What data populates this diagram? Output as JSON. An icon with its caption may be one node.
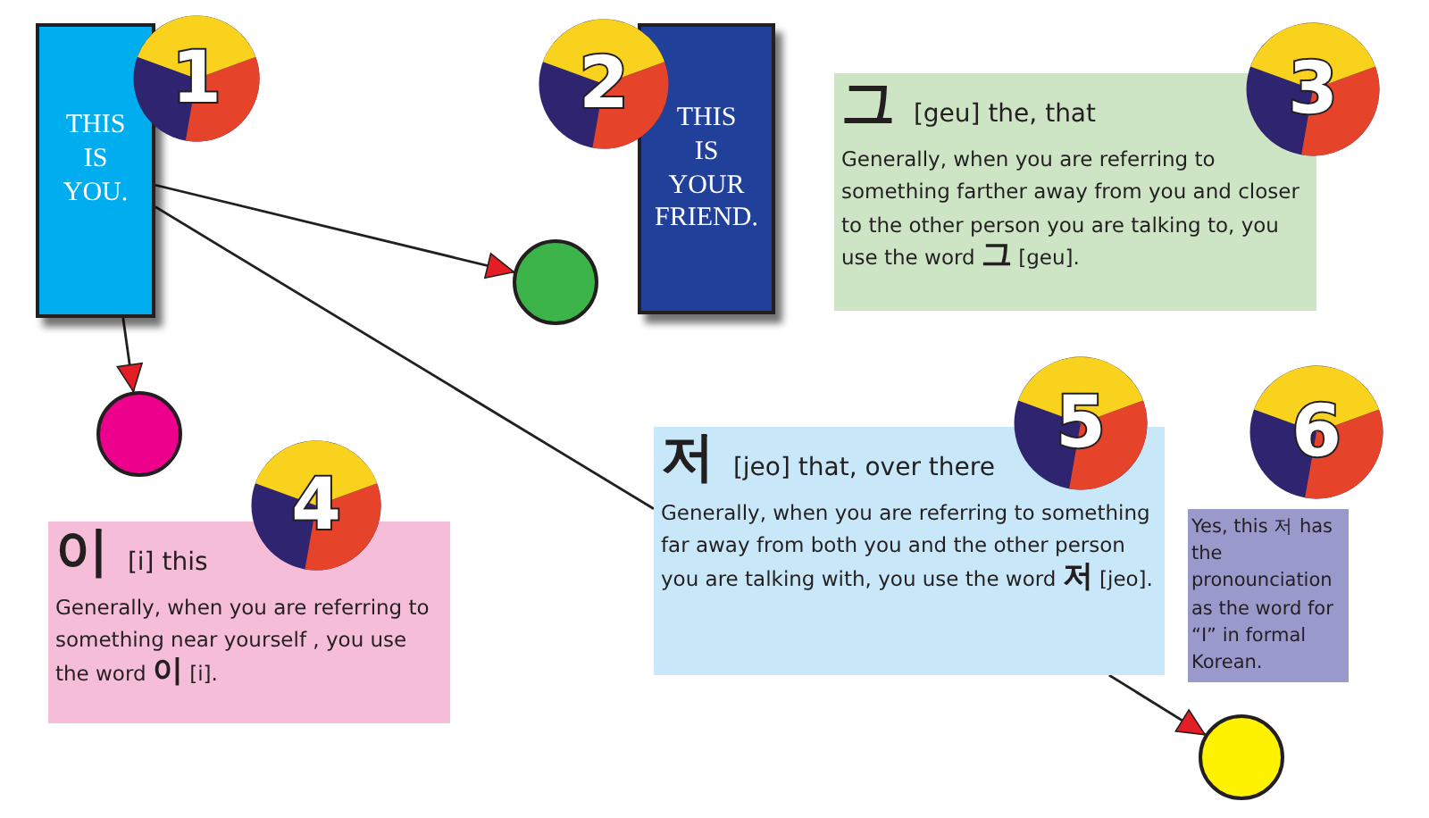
{
  "diagram": {
    "nodes": [
      {
        "text": [
          "THIS IS YOU."
        ]
      },
      {
        "text": [
          "1"
        ]
      },
      {
        "text": [
          "THIS IS YOUR FRIEND."
        ]
      },
      {
        "text": [
          "2"
        ]
      },
      {
        "text": [
          "**그** [geu] the, that",
          "Generally, when you are referring to something farther away from you and closer to the other person you are talking to, you use the word **그** [geu]."
        ]
      },
      {
        "text": [
          "3"
        ]
      },
      {
        "text": [],
        "shape": "circle"
      },
      {
        "text": [],
        "shape": "circle"
      },
      {
        "text": [
          "**저** [jeo] that, over there",
          "Generally, when you are referring to something far away from both you and the other person you are talking with, you use the word **저** [jeo]."
        ]
      },
      {
        "text": [
          "5"
        ]
      },
      {
        "text": [
          "6"
        ]
      },
      {
        "text": [
          "**이** [i] this",
          "Generally, when you are referring to something near yourself , you use the word **이** [i]."
        ]
      },
      {
        "text": [
          "4"
        ]
      },
      {
        "text": [
          "Yes, this 저 has the pronounciation as the word for “I” in formal Korean."
        ]
      },
      {
        "text": [],
        "shape": "circle"
      }
    ],
    "edges": [
      {
        "from": 0,
        "to": 6,
        "arrow": "to"
      },
      {
        "from": 0,
        "to": 7,
        "arrow": "to"
      },
      {
        "from": 0,
        "to": 8,
        "arrow": "none"
      },
      {
        "from": 8,
        "to": 14,
        "arrow": "to"
      }
    ]
  }
}
